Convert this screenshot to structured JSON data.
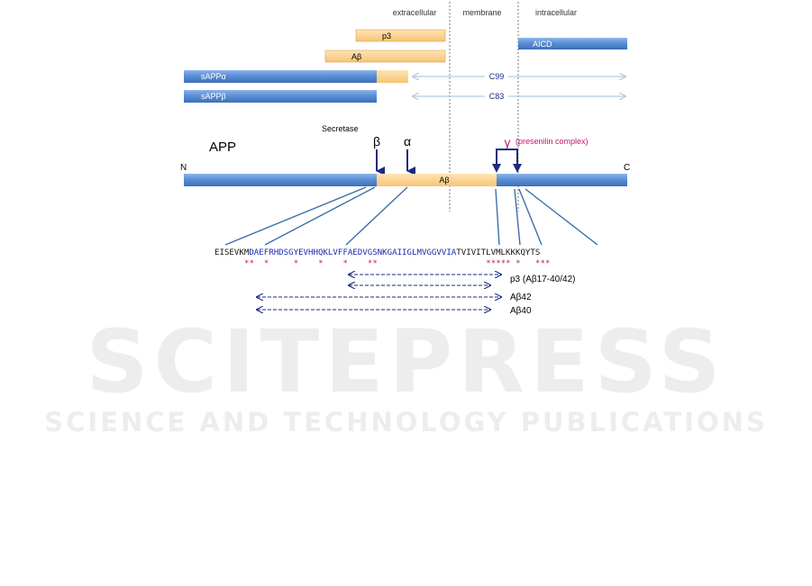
{
  "regions": {
    "extracellular": "extracellular",
    "membrane": "membrane",
    "intracellular": "intracellular"
  },
  "fragments": {
    "p3": "p3",
    "abeta": "Aβ",
    "aicd": "AICD",
    "sapp_alpha": "sAPPα",
    "sapp_beta": "sAPPβ",
    "c99": "C99",
    "c83": "C83"
  },
  "secretase_label": "Secretase",
  "app_label": "APP",
  "n_term": "N",
  "c_term": "C",
  "beta_symbol": "β",
  "alpha_symbol": "α",
  "gamma_symbol": "γ",
  "presenilin_label": "(presenilin complex)",
  "app_bar_label": "Aβ",
  "sequence": {
    "prefix": "EISEVKM",
    "abeta": "DAEFRHDSGYEVHHQKLVFFAEDVGSNKGAIIGLMVGGVVIA",
    "suffix": "TVIVITLVMLKKKQYTS",
    "stars": "**  *     *    *    *    **                      ***** *   ***"
  },
  "peptides": {
    "p3": "p3 (Aβ17-40/42)",
    "ab42": "Aβ42",
    "ab40": "Aβ40"
  },
  "watermark": {
    "big": "SCITEPRESS",
    "small": "SCIENCE AND TECHNOLOGY PUBLICATIONS"
  },
  "colors": {
    "blue": "#5b8fd6",
    "orange": "#fcd08a",
    "navy": "#1b2a80",
    "magenta": "#c2176b",
    "grey_arrow": "#b8cbe4"
  }
}
